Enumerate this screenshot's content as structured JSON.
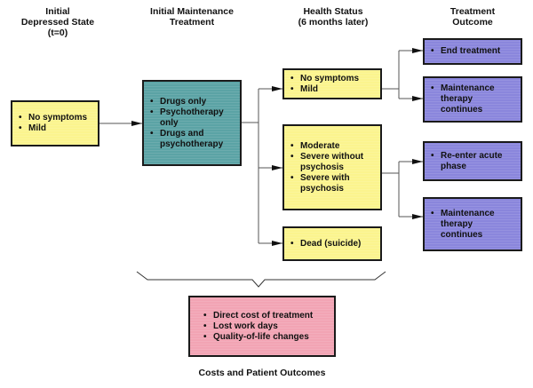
{
  "headers": {
    "initial_state": [
      "Initial",
      "Depressed State",
      "(t=0)"
    ],
    "maintenance": [
      "Initial Maintenance",
      "Treatment"
    ],
    "health_status": [
      "Health Status",
      "(6 months later)"
    ],
    "outcome": [
      "Treatment",
      "Outcome"
    ]
  },
  "initial_state_box": {
    "items": [
      "No symptoms",
      "Mild"
    ]
  },
  "treatment_box": {
    "items": [
      "Drugs only",
      "Psychotherapy only",
      "Drugs and psychotherapy"
    ]
  },
  "health_boxes": [
    {
      "items": [
        "No symptoms",
        "Mild"
      ]
    },
    {
      "items": [
        "Moderate",
        "Severe without psychosis",
        "Severe with psychosis"
      ]
    },
    {
      "items": [
        "Dead (suicide)"
      ]
    }
  ],
  "outcome_boxes": [
    {
      "items": [
        "End treatment"
      ]
    },
    {
      "items": [
        "Maintenance therapy continues"
      ]
    },
    {
      "items": [
        "Re-enter acute phase"
      ]
    },
    {
      "items": [
        "Maintenance therapy continues"
      ]
    }
  ],
  "costs_box": {
    "items": [
      "Direct cost of treatment",
      "Lost work days",
      "Quality-of-life changes"
    ]
  },
  "costs_caption": "Costs and Patient Outcomes",
  "colors": {
    "initial_state": "#fbf48e",
    "treatment": "#5ba3a5",
    "health": "#fbf48e",
    "outcome": "#8a86dc",
    "costs": "#f2a4b4"
  }
}
